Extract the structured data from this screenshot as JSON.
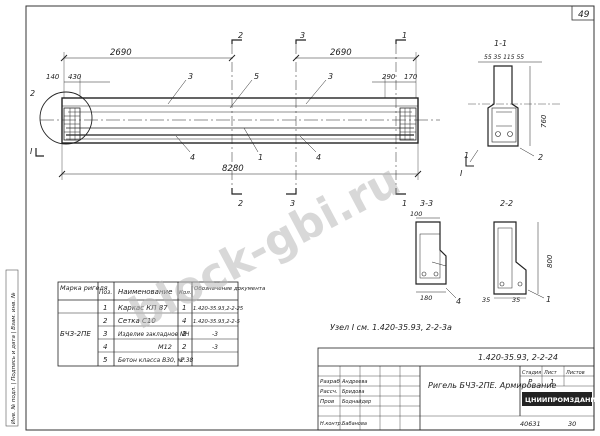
{
  "sheet": {
    "number": "49",
    "code": "1.420-35.93, 2-2-24",
    "archive": "40631",
    "archive_page": "30"
  },
  "title_block": {
    "name": "Ригель БЧЗ-2ПЕ. Армирование",
    "stage_header": "Стадия",
    "sheet_header": "Лист",
    "sheets_header": "Листов",
    "stage": "Р",
    "sheet_n": "1",
    "org": "ЦНИИПРОМЗДАНИЙ",
    "roles": [
      "Разраб",
      "Рассч.",
      "Пров",
      "Н.контр."
    ],
    "names": [
      "Андреева",
      "Бридова",
      "Боднайдер",
      "Бабанова"
    ]
  },
  "watermark": "block-gbi.ru",
  "side_stamp": "Инв. № подл. | Подпись и дата | Взам. инв. №",
  "dimensions": {
    "left_span": "2690",
    "right_span": "2690",
    "total": "8280",
    "d140": "140",
    "d430": "430",
    "d290": "290",
    "d170": "170",
    "sec11_top": "55 35 115 55",
    "sec11_height": "760",
    "sec33_top": "100",
    "sec33_bottom": "180",
    "sec22_height": "800",
    "sec22_a": "35",
    "sec22_b": "35"
  },
  "section_labels": {
    "s11": "1-1",
    "s22": "2-2",
    "s33": "3-3",
    "mark1": "1",
    "mark2": "2",
    "mark3": "3",
    "mark_I": "I"
  },
  "callouts": [
    "1",
    "2",
    "3",
    "4",
    "5"
  ],
  "node_note": "Узел I см. 1.420-35.93, 2-2-3а",
  "spec": {
    "headers": [
      "Марка ригеля",
      "Поз.",
      "Наименование",
      "Кол.",
      "Обозначение документа"
    ],
    "mark": "БЧЗ-2ПЕ",
    "rows": [
      {
        "pos": "1",
        "name": "Каркас КП 87",
        "qty": "1",
        "doc": "1.420-35.93,2-2-25"
      },
      {
        "pos": "2",
        "name": "Сетка С10",
        "qty": "4",
        "doc": "1.420-35.93,2-2-5"
      },
      {
        "pos": "3",
        "name": "Изделие закладное МН",
        "qty": "2",
        "doc": "-3"
      },
      {
        "pos": "4",
        "name": "М12",
        "qty": "2",
        "doc": "-3"
      },
      {
        "pos": "5",
        "name": "Бетон класса В30, м³",
        "qty": "2.38",
        "doc": ""
      }
    ]
  }
}
